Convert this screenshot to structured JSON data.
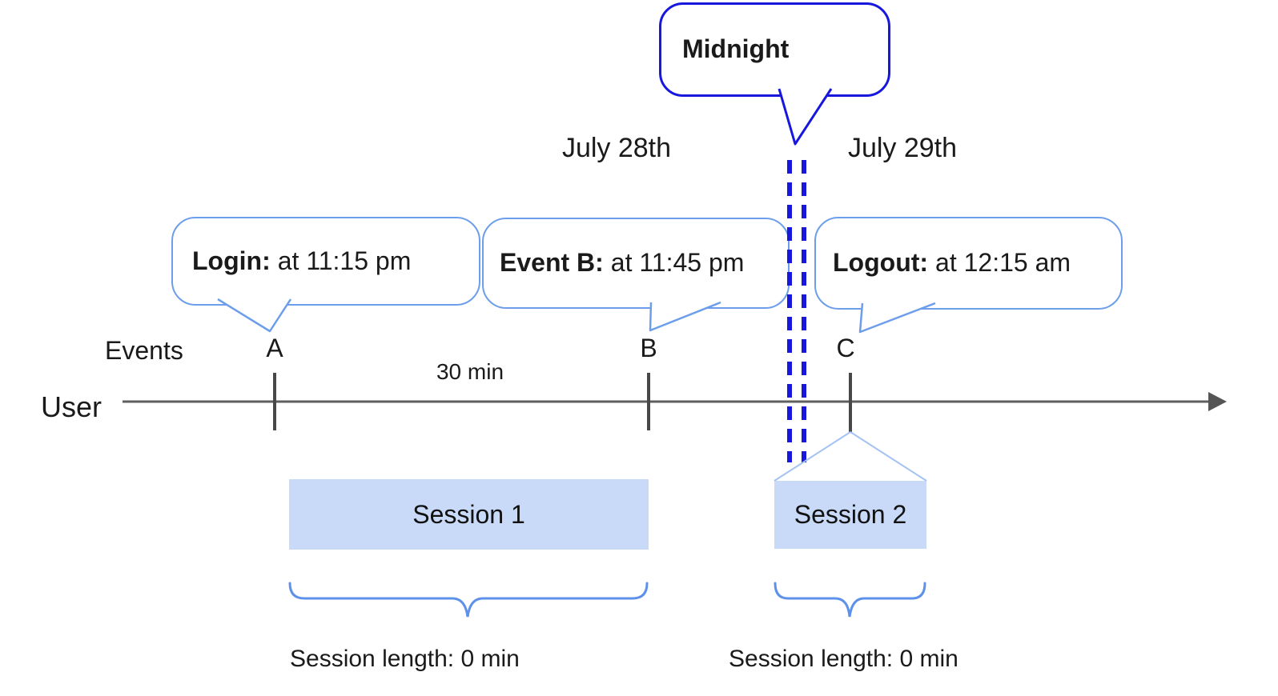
{
  "timeline": {
    "axis_label": "User",
    "events_label": "Events",
    "interval_label": "30 min"
  },
  "markers": [
    "A",
    "B",
    "C"
  ],
  "dates": {
    "before_midnight": "July 28th",
    "after_midnight": "July 29th"
  },
  "bubbles": {
    "login": {
      "keyword": "Login:",
      "text": "at 11:15 pm"
    },
    "event_b": {
      "keyword": "Event B:",
      "text": "at 11:45 pm"
    },
    "logout": {
      "keyword": "Logout:",
      "text": "at 12:15 am"
    },
    "midnight": {
      "label": "Midnight"
    }
  },
  "sessions": [
    {
      "name": "Session 1",
      "length_label": "Session length: 0 min"
    },
    {
      "name": "Session 2",
      "length_label": "Session length: 0 min"
    }
  ],
  "colors": {
    "bubble_border": "#6d9eeb",
    "midnight_blue": "#1717dd",
    "session_fill": "#c9daf8",
    "connector_light_blue": "#a4c2f4",
    "brace_blue": "#5e92ea",
    "timeline_gray": "#5f5f5f",
    "tick_gray": "#484848",
    "text_black": "#1a1a1a"
  }
}
